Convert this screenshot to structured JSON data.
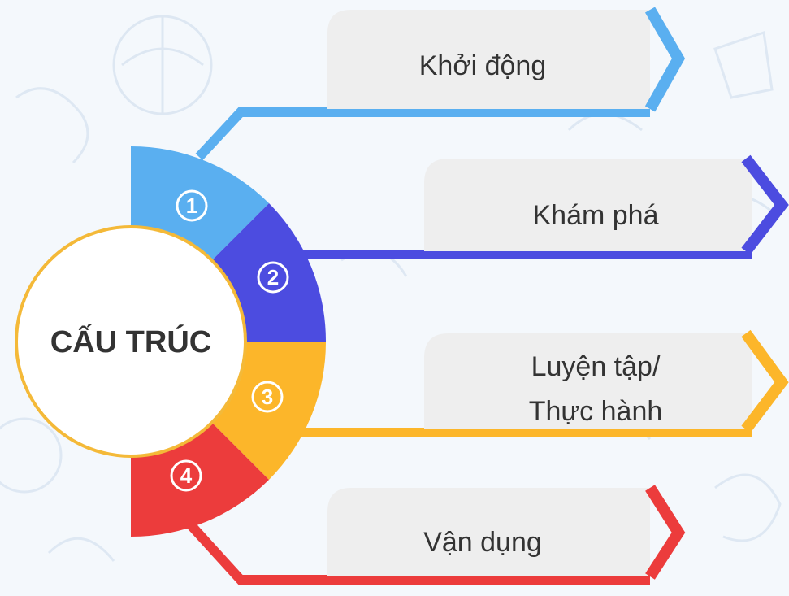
{
  "center": {
    "label": "CẤU TRÚC"
  },
  "items": [
    {
      "number": "1",
      "lines": [
        "Khởi động"
      ],
      "color": "#5aaff0"
    },
    {
      "number": "2",
      "lines": [
        "Khám phá"
      ],
      "color": "#4c4ce0"
    },
    {
      "number": "3",
      "lines": [
        "Luyện tập/",
        "Thực hành"
      ],
      "color": "#fcb62a"
    },
    {
      "number": "4",
      "lines": [
        "Vận dụng"
      ],
      "color": "#ec3c3c"
    }
  ],
  "colors": {
    "center_border": "#f4b938",
    "label_bg": "#eeeeee",
    "text": "#333333",
    "background": "#f4f8fc",
    "doodle": "#dbe6f2"
  }
}
